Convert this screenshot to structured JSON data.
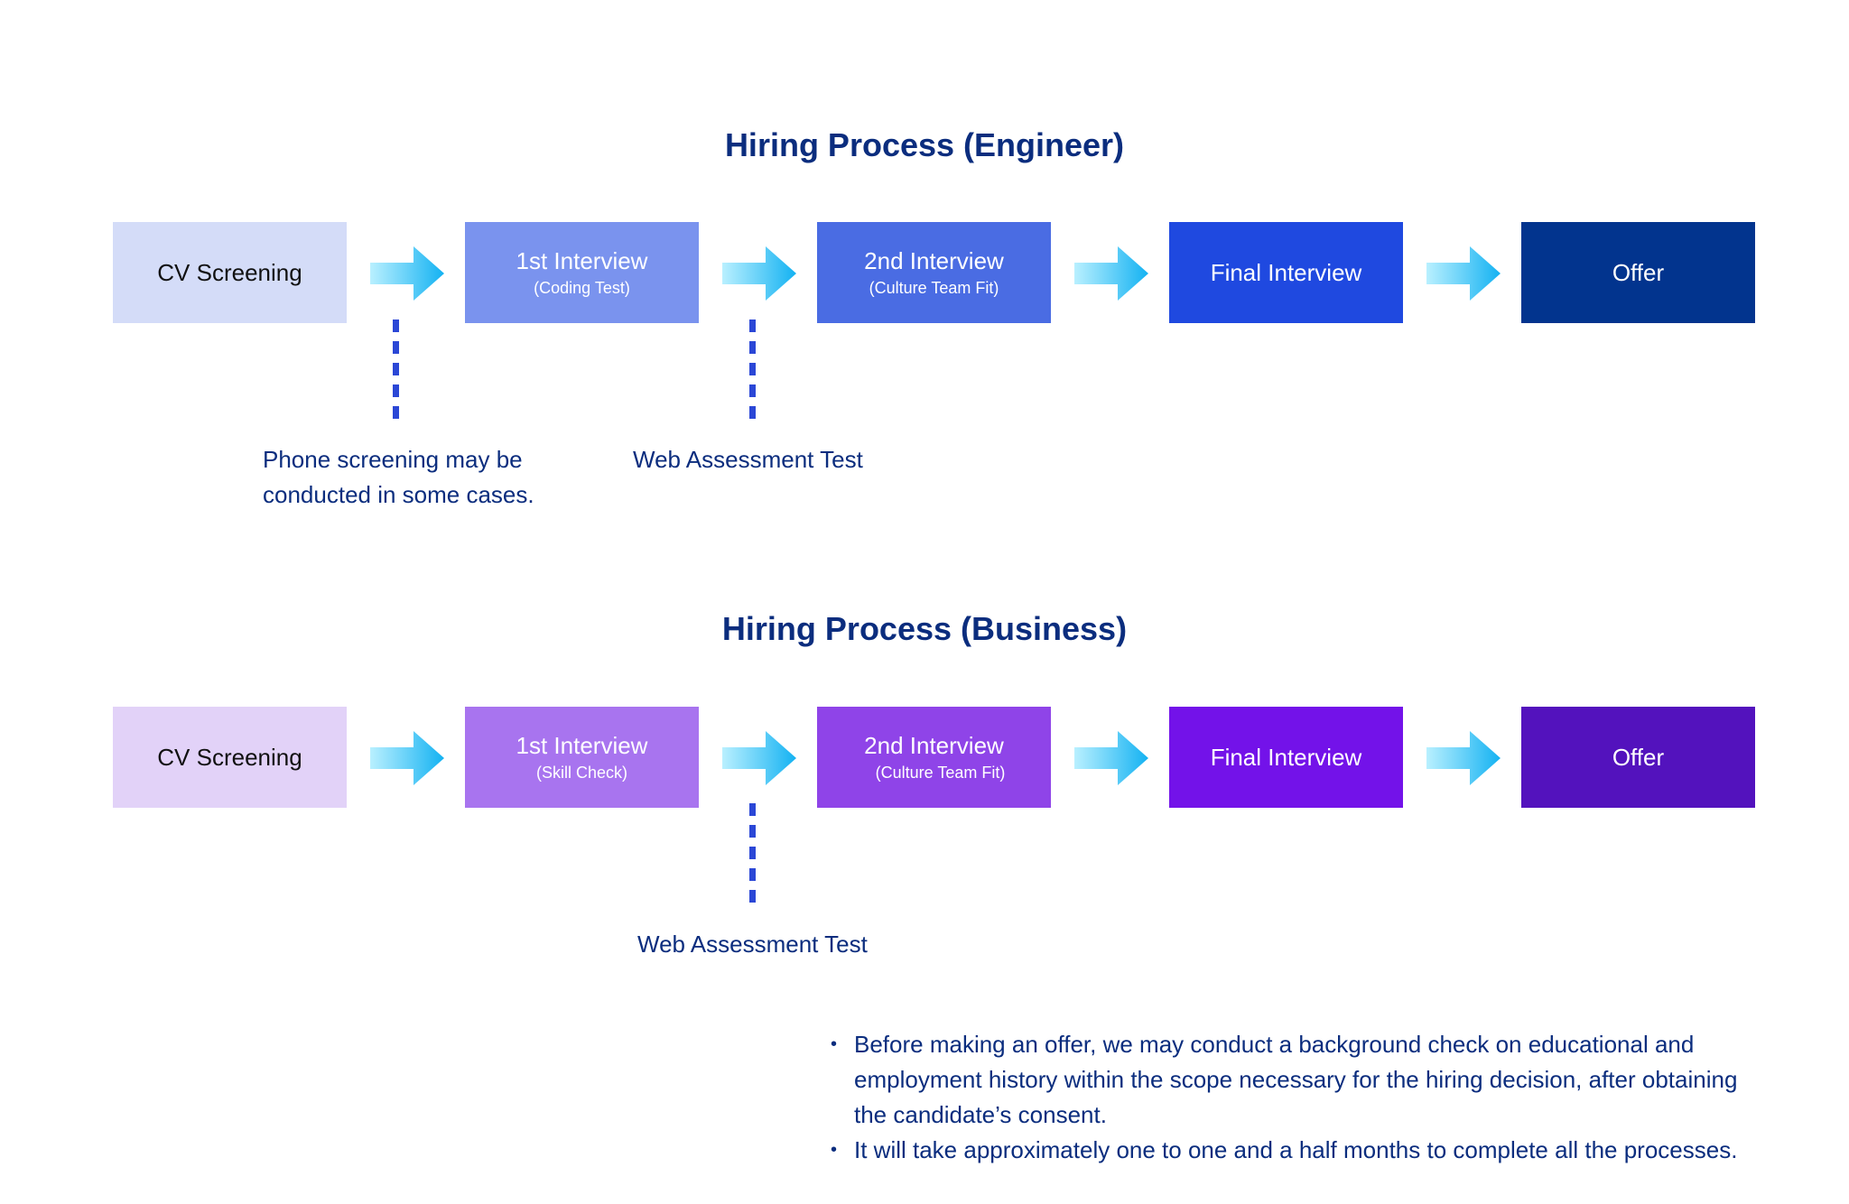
{
  "engineer": {
    "title": "Hiring Process (Engineer)",
    "steps": [
      {
        "label": "CV Screening",
        "sub": "",
        "color": "#d4dcf8"
      },
      {
        "label": "1st Interview",
        "sub": "(Coding Test)",
        "color": "#7a93ee"
      },
      {
        "label": "2nd Interview",
        "sub": "(Culture Team Fit)",
        "color": "#4a6ce3"
      },
      {
        "label": "Final Interview",
        "sub": "",
        "color": "#1f49e0"
      },
      {
        "label": "Offer",
        "sub": "",
        "color": "#02348e"
      }
    ],
    "notes": {
      "phone": [
        "Phone screening may be",
        "conducted in some cases."
      ],
      "web": "Web Assessment Test"
    }
  },
  "business": {
    "title": "Hiring Process (Business)",
    "steps": [
      {
        "label": "CV Screening",
        "sub": "",
        "color": "#e2d2f8"
      },
      {
        "label": "1st Interview",
        "sub": "(Skill Check)",
        "color": "#a874ef"
      },
      {
        "label": "2nd Interview",
        "sub": "(Culture Team Fit)",
        "color": "#8f44e8"
      },
      {
        "label": "Final Interview",
        "sub": "",
        "color": "#7312e9"
      },
      {
        "label": "Offer",
        "sub": "",
        "color": "#5312bd"
      }
    ],
    "notes": {
      "web": "Web Assessment Test"
    }
  },
  "footnotes": [
    "Before making an offer, we may conduct a background check on educational and employment history within the scope necessary for the hiring decision, after obtaining the candidate’s consent.",
    "It will take approximately one to one and a half months to complete all the processes."
  ],
  "colors": {
    "title": "#0b2d7e",
    "dashed_connector": "#2b47d6",
    "arrow_start": "#b7efff",
    "arrow_end": "#16b4f2"
  }
}
